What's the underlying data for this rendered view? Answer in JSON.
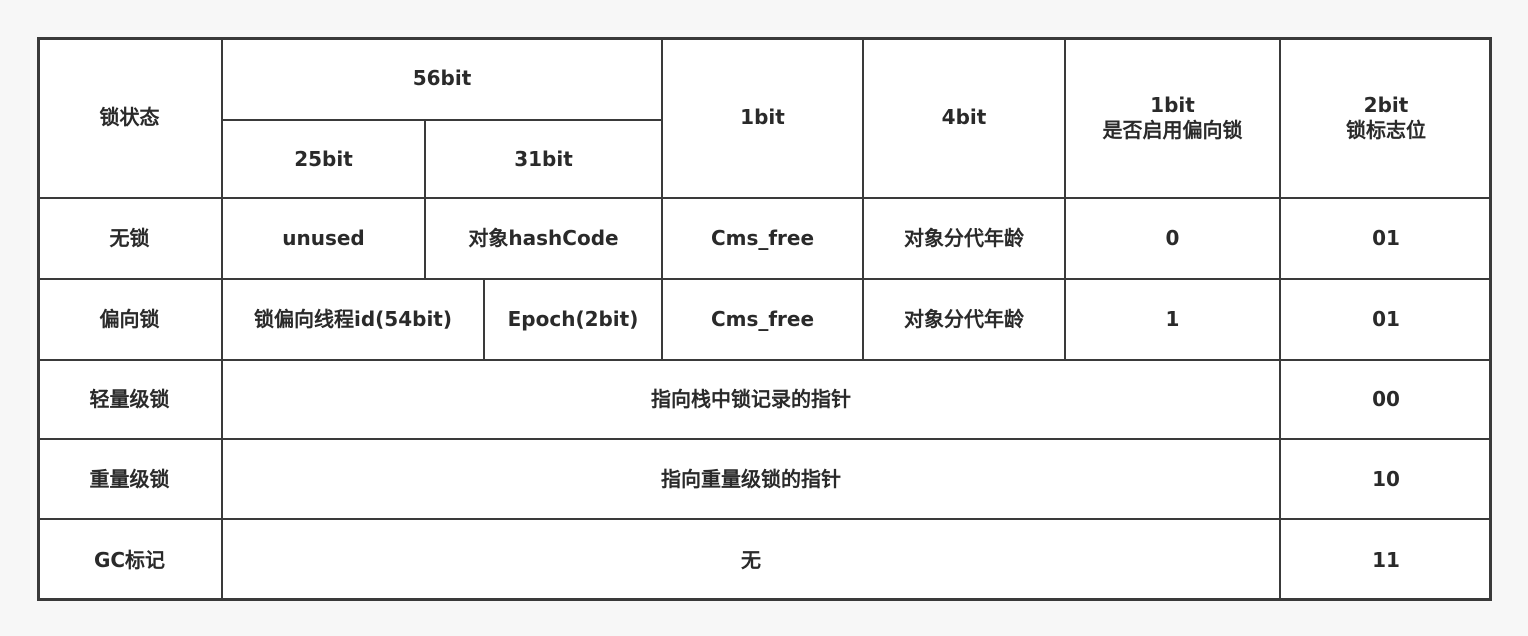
{
  "table": {
    "header": {
      "lock_state": "锁状态",
      "bits56": "56bit",
      "bits25": "25bit",
      "bits31": "31bit",
      "bit1": "1bit",
      "bits4": "4bit",
      "bias_bit": "1bit",
      "bias_label": "是否启用偏向锁",
      "flag_bits": "2bit",
      "flag_label": "锁标志位"
    },
    "rows": [
      {
        "state": "无锁",
        "c25": "unused",
        "c31": "对象hashCode",
        "c1": "Cms_free",
        "c4": "对象分代年龄",
        "bias": "0",
        "flag": "01"
      },
      {
        "state": "偏向锁",
        "c54": "锁偏向线程id(54bit)",
        "epoch": "Epoch(2bit)",
        "c1": "Cms_free",
        "c4": "对象分代年龄",
        "bias": "1",
        "flag": "01"
      },
      {
        "state": "轻量级锁",
        "content": "指向栈中锁记录的指针",
        "flag": "00"
      },
      {
        "state": "重量级锁",
        "content": "指向重量级锁的指针",
        "flag": "10"
      },
      {
        "state": "GC标记",
        "content": "无",
        "flag": "11"
      }
    ]
  }
}
